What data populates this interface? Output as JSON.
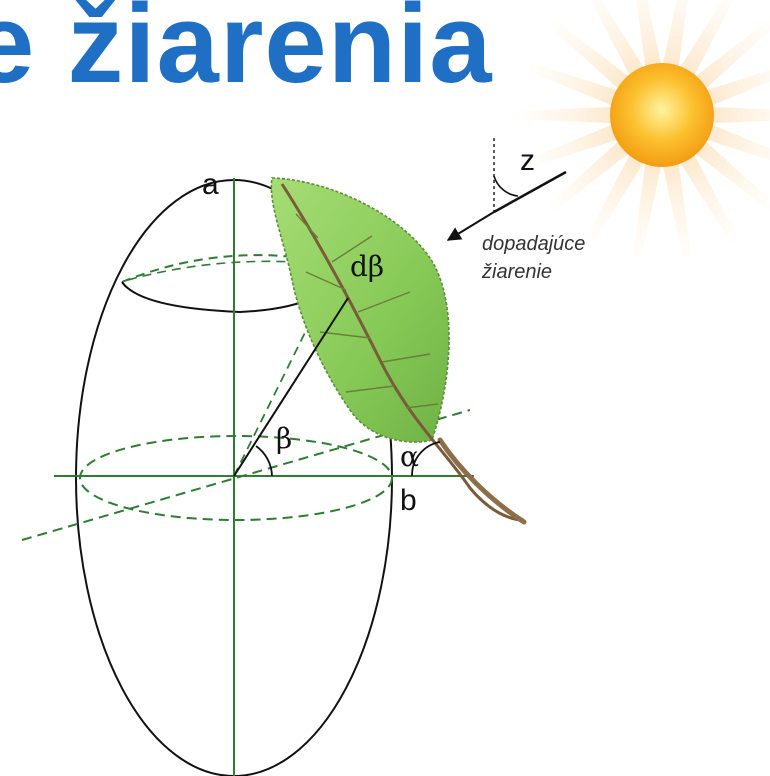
{
  "title": "e žiarenia",
  "labels": {
    "axis_a": "a",
    "axis_b": "b",
    "zenith": "z",
    "d_beta": "dβ",
    "beta": "β",
    "alpha": "α",
    "incident_line1": "dopadajúce",
    "incident_line2": "žiarenie"
  },
  "colors": {
    "title": "#1f6fc5",
    "axis_green": "#2e7d32",
    "ellipse": "#111111",
    "leaf": "#8ccf5a",
    "sun_core": "#fbc02d",
    "sun_rays": "#f9d9a0"
  },
  "icons": {
    "sun": "sun-icon",
    "leaf": "leaf-icon",
    "arrow": "arrow-icon"
  }
}
